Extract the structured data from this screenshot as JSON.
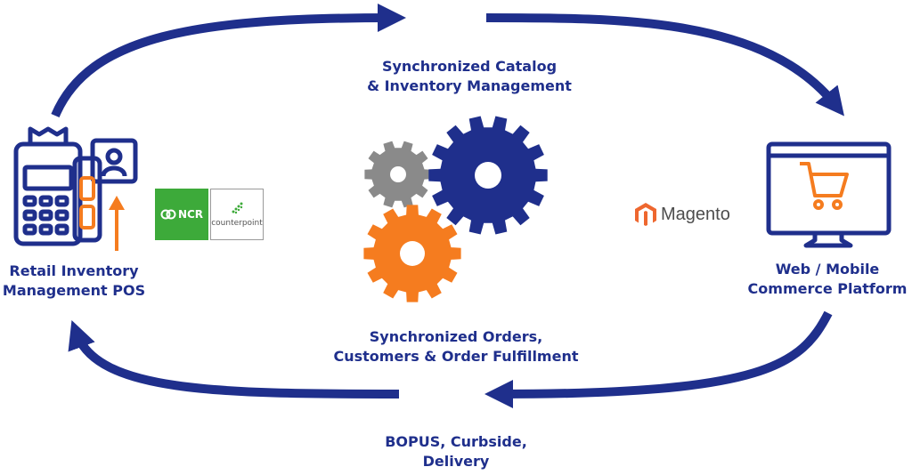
{
  "labels": {
    "top_line1": "Synchronized Catalog",
    "top_line2": "& Inventory Management",
    "mid_line1": "Synchronized Orders,",
    "mid_line2": "Customers & Order Fulfillment",
    "bottom_line1": "BOPUS, Curbside,",
    "bottom_line2": "Delivery",
    "left_line1": "Retail Inventory",
    "left_line2": "Management POS",
    "right_line1": "Web / Mobile",
    "right_line2": "Commerce Platform"
  },
  "logos": {
    "ncr": "NCR",
    "counterpoint": "counterpoint",
    "magento": "Magento"
  },
  "colors": {
    "navy": "#1f2f8c",
    "orange": "#f57c1f",
    "gray": "#8a8a8a",
    "green": "#3daa3a",
    "magento_orange": "#ee672f"
  }
}
